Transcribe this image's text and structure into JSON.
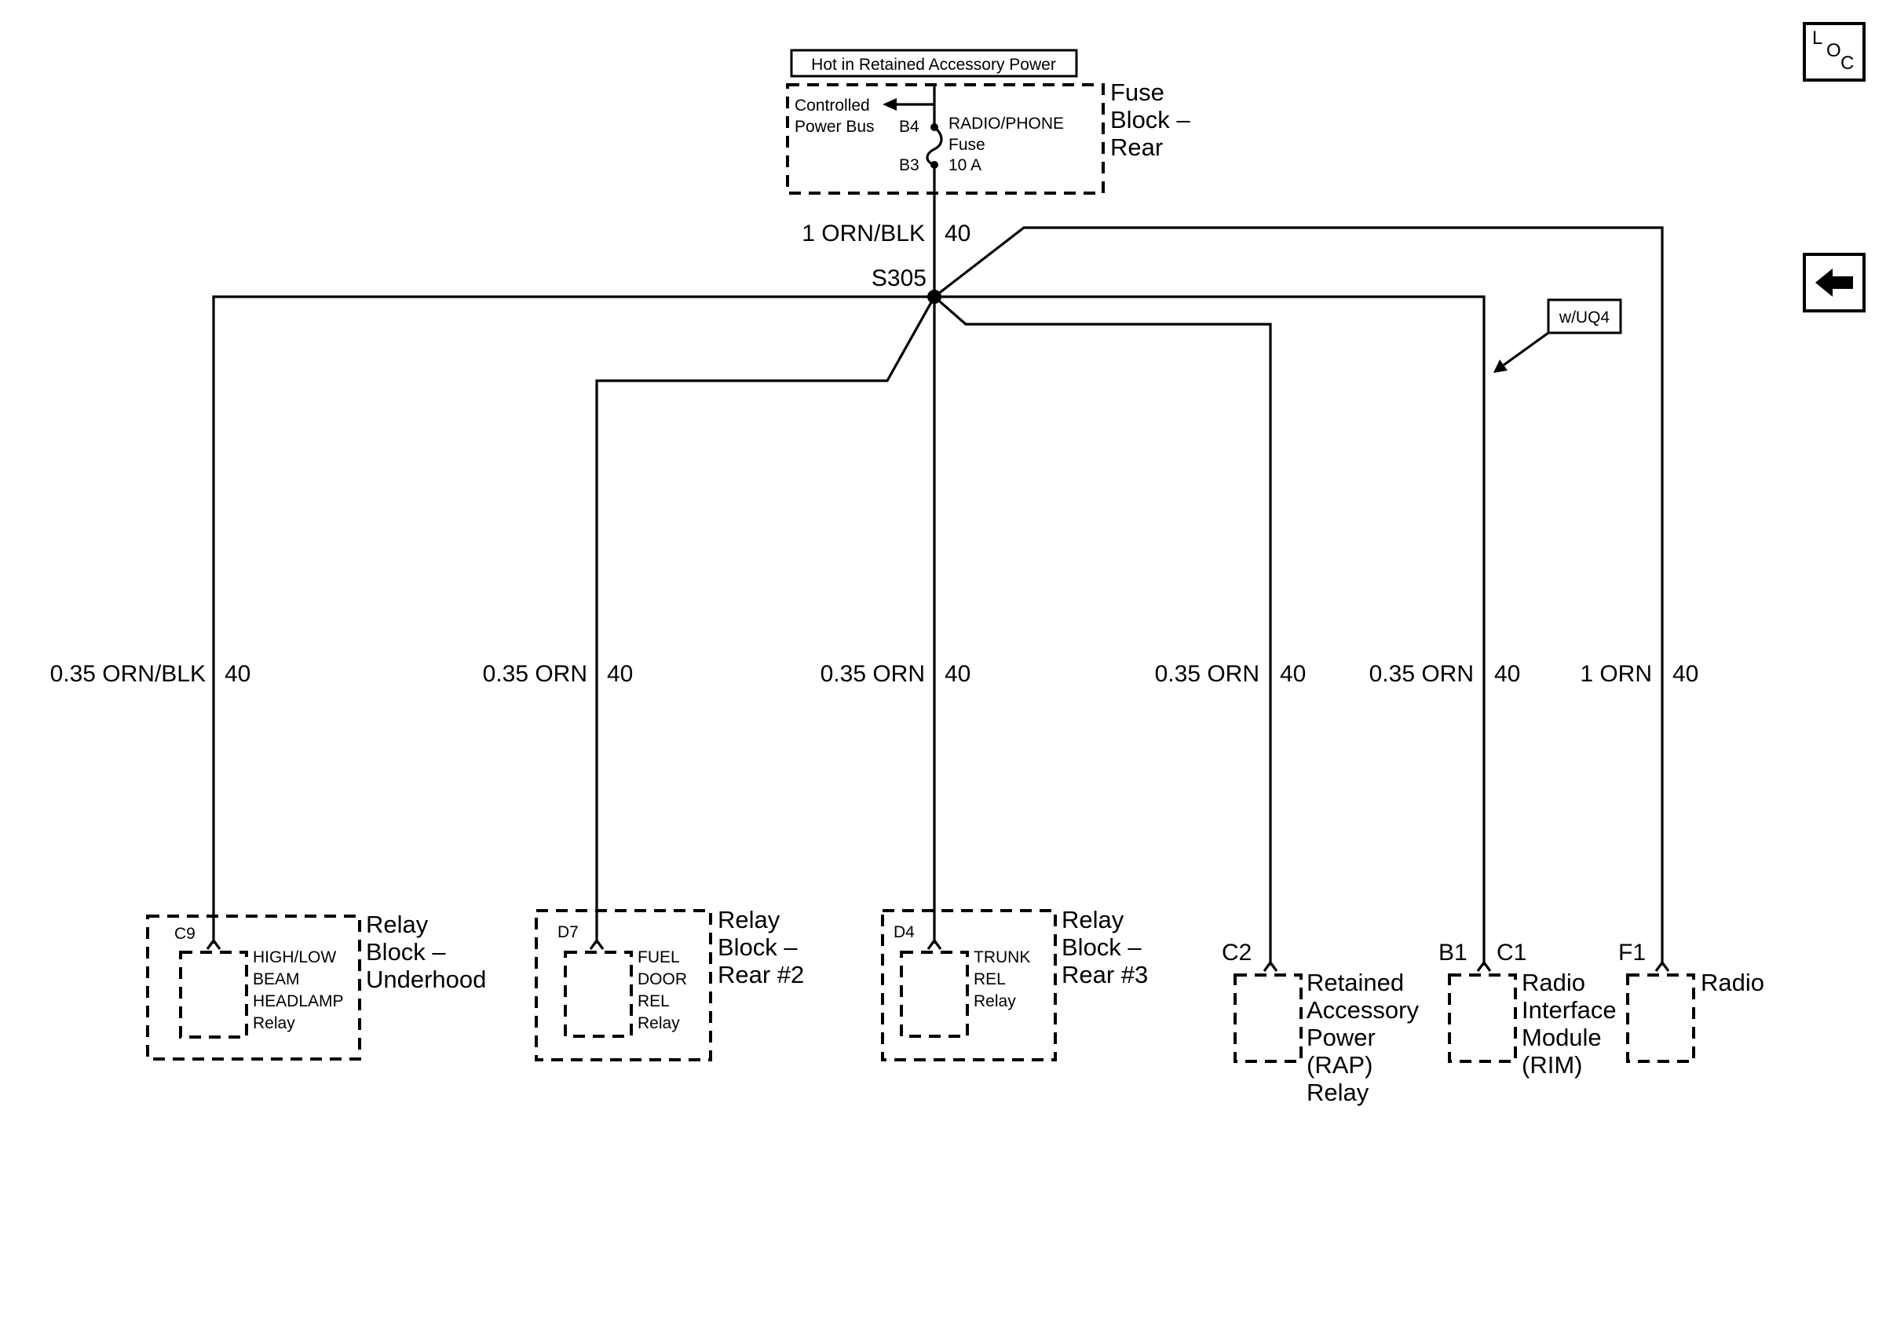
{
  "header": {
    "power_mode": "Hot in Retained Accessory Power"
  },
  "fuse_block": {
    "name_l1": "Fuse",
    "name_l2": "Block –",
    "name_l3": "Rear",
    "bus_l1": "Controlled",
    "bus_l2": "Power Bus",
    "pin_in": "B4",
    "pin_out": "B3",
    "fuse_l1": "RADIO/PHONE",
    "fuse_l2": "Fuse",
    "fuse_l3": "10 A"
  },
  "main_feed": {
    "wire": "1 ORN/BLK",
    "circuit": "40"
  },
  "splice": {
    "id": "S305"
  },
  "option": {
    "label": "w/UQ4"
  },
  "nav": {
    "loc_l": "L",
    "loc_o": "O",
    "loc_c": "C",
    "back_icon": "arrow-left-icon"
  },
  "branches": [
    {
      "wire": "0.35 ORN/BLK",
      "circuit": "40",
      "pin": "C9",
      "inner_l1": "HIGH/LOW",
      "inner_l2": "BEAM",
      "inner_l3": "HEADLAMP",
      "inner_l4": "Relay",
      "comp_l1": "Relay",
      "comp_l2": "Block –",
      "comp_l3": "Underhood"
    },
    {
      "wire": "0.35 ORN",
      "circuit": "40",
      "pin": "D7",
      "inner_l1": "FUEL",
      "inner_l2": "DOOR",
      "inner_l3": "REL",
      "inner_l4": "Relay",
      "comp_l1": "Relay",
      "comp_l2": "Block –",
      "comp_l3": "Rear #2"
    },
    {
      "wire": "0.35 ORN",
      "circuit": "40",
      "pin": "D4",
      "inner_l1": "TRUNK",
      "inner_l2": "REL",
      "inner_l3": "Relay",
      "comp_l1": "Relay",
      "comp_l2": "Block –",
      "comp_l3": "Rear #3"
    },
    {
      "wire": "0.35 ORN",
      "circuit": "40",
      "pin": "C2",
      "comp_l1": "Retained",
      "comp_l2": "Accessory",
      "comp_l3": "Power",
      "comp_l4": "(RAP)",
      "comp_l5": "Relay"
    },
    {
      "wire": "0.35 ORN",
      "circuit": "40",
      "pin": "B1",
      "pin2": "C1",
      "comp_l1": "Radio",
      "comp_l2": "Interface",
      "comp_l3": "Module",
      "comp_l4": "(RIM)"
    },
    {
      "wire": "1 ORN",
      "circuit": "40",
      "pin": "F1",
      "comp_l1": "Radio"
    }
  ]
}
